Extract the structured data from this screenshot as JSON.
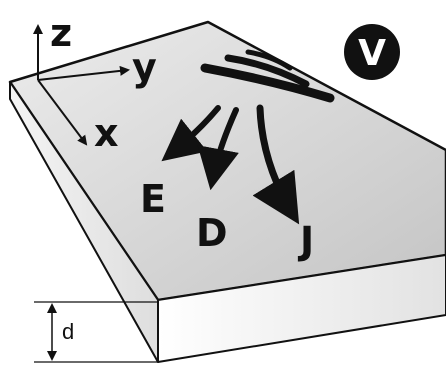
{
  "axes": {
    "z": "z",
    "y": "y",
    "x": "x"
  },
  "badge": "V",
  "vectors": {
    "e": "E",
    "d": "D",
    "j": "J"
  },
  "thickness_label": "d",
  "colors": {
    "slab_top": "#cfcfcf",
    "slab_side": "#f1f1f1",
    "outline": "#111111",
    "badge_fill": "#111111"
  }
}
